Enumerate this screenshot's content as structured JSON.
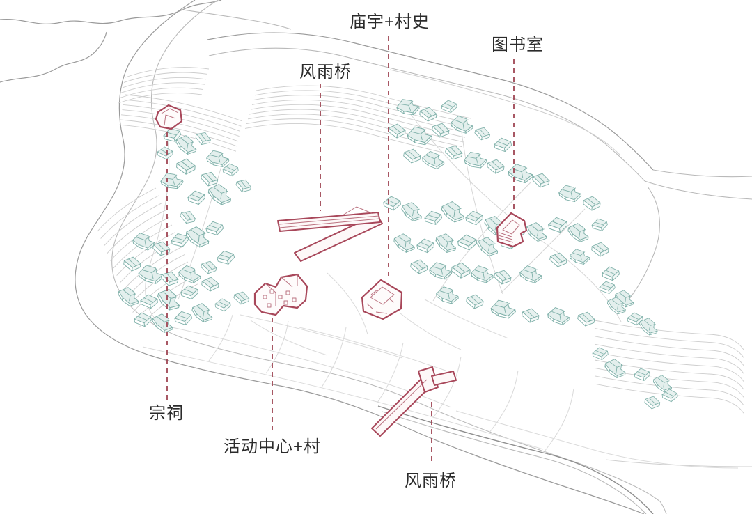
{
  "diagram": {
    "type": "architectural-site-plan-axonometric",
    "labels": [
      {
        "id": "temple-village-history",
        "text": "庙宇+村史"
      },
      {
        "id": "library",
        "text": "图书室"
      },
      {
        "id": "wind-rain-bridge-top",
        "text": "风雨桥"
      },
      {
        "id": "ancestral-hall",
        "text": "宗祠"
      },
      {
        "id": "activity-center-village",
        "text": "活动中心+村"
      },
      {
        "id": "wind-rain-bridge-bottom",
        "text": "风雨桥"
      }
    ],
    "colors": {
      "highlight_stroke": "#a8475a",
      "leader_line": "#9e4553",
      "village_building_stroke": "#7fb0a9",
      "terrain_line": "#b9b9b9",
      "label_text": "#2b2b2b",
      "background": "#ffffff"
    }
  }
}
